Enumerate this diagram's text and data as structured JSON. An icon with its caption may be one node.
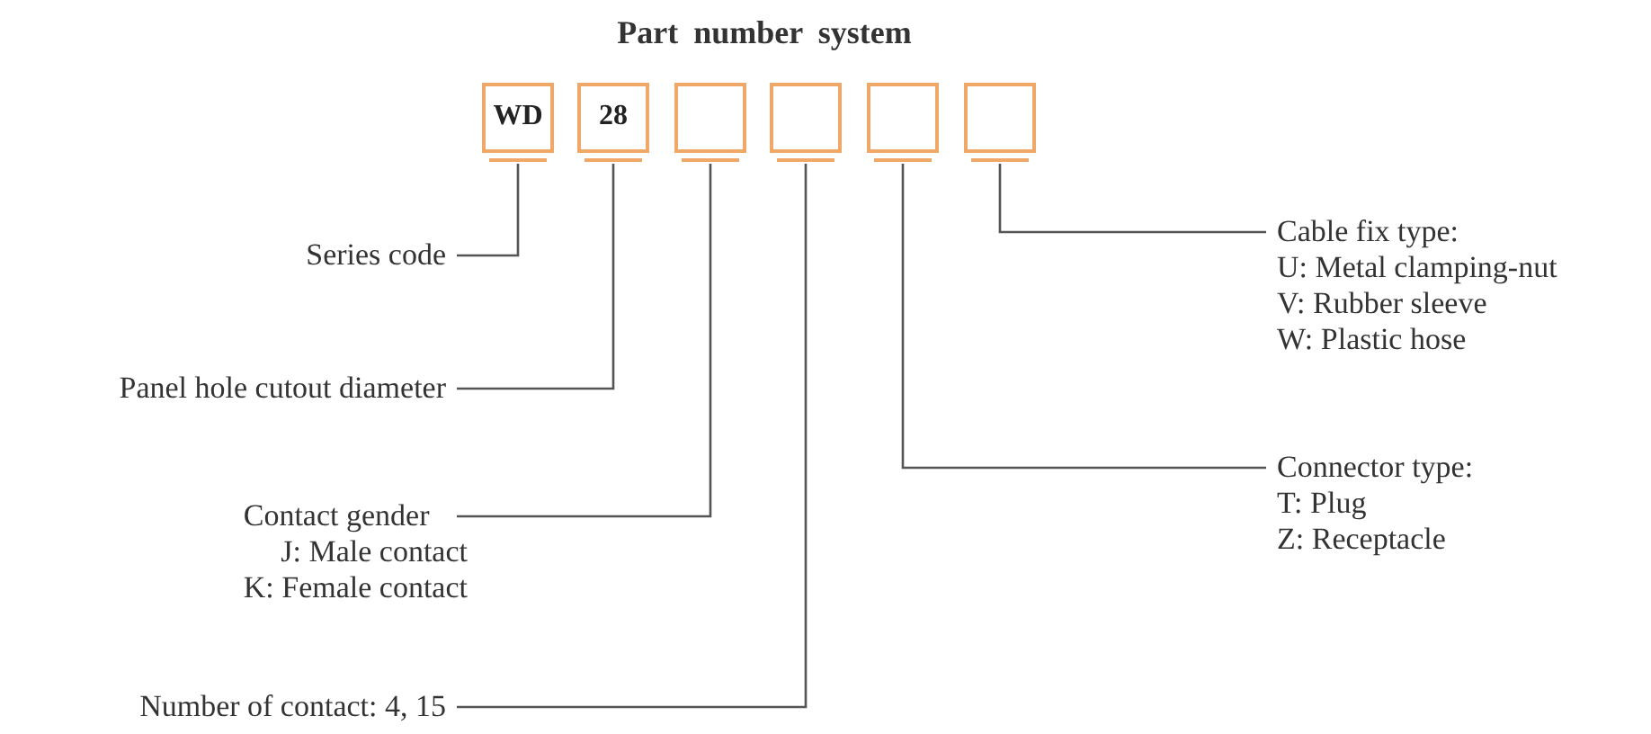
{
  "diagram": {
    "title": "Part number system",
    "nodes": [
      {
        "text": [
          "WD"
        ]
      },
      {
        "text": [
          "28"
        ]
      },
      {
        "text": [],
        "shape": "box"
      },
      {
        "text": [],
        "shape": "box"
      },
      {
        "text": [],
        "shape": "box"
      },
      {
        "text": [],
        "shape": "box"
      },
      {
        "text": [
          "Series code"
        ]
      },
      {
        "text": [
          "Panel hole cutout diameter"
        ]
      },
      {
        "text": [
          "Contact gender",
          "J: Male contact",
          "K: Female contact"
        ]
      },
      {
        "text": [
          "Number of contact: 4, 15"
        ]
      },
      {
        "text": [
          "Connector type:",
          "T: Plug",
          "Z: Receptacle"
        ]
      },
      {
        "text": [
          "Cable fix type:",
          "U: Metal clamping-nut",
          "V: Rubber sleeve",
          "W: Plastic hose"
        ]
      }
    ],
    "edges": [
      {
        "from": 6,
        "to": 0,
        "arrow": "none"
      },
      {
        "from": 7,
        "to": 1,
        "arrow": "none"
      },
      {
        "from": 8,
        "to": 2,
        "arrow": "none"
      },
      {
        "from": 9,
        "to": 3,
        "arrow": "none"
      },
      {
        "from": 10,
        "to": 4,
        "arrow": "none"
      },
      {
        "from": 11,
        "to": 5,
        "arrow": "none"
      }
    ]
  }
}
